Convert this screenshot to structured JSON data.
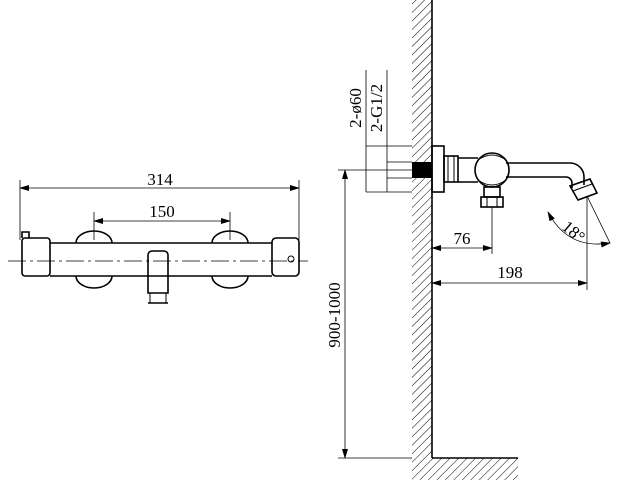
{
  "front_view": {
    "overall_width": "314",
    "center_distance": "150"
  },
  "side_view": {
    "inlet_diameter": "2-ø60",
    "inlet_thread": "2-G1/2",
    "outlet_offset": "76",
    "spout_projection": "198",
    "mounting_height": "900-1000",
    "spout_angle": "18°"
  }
}
